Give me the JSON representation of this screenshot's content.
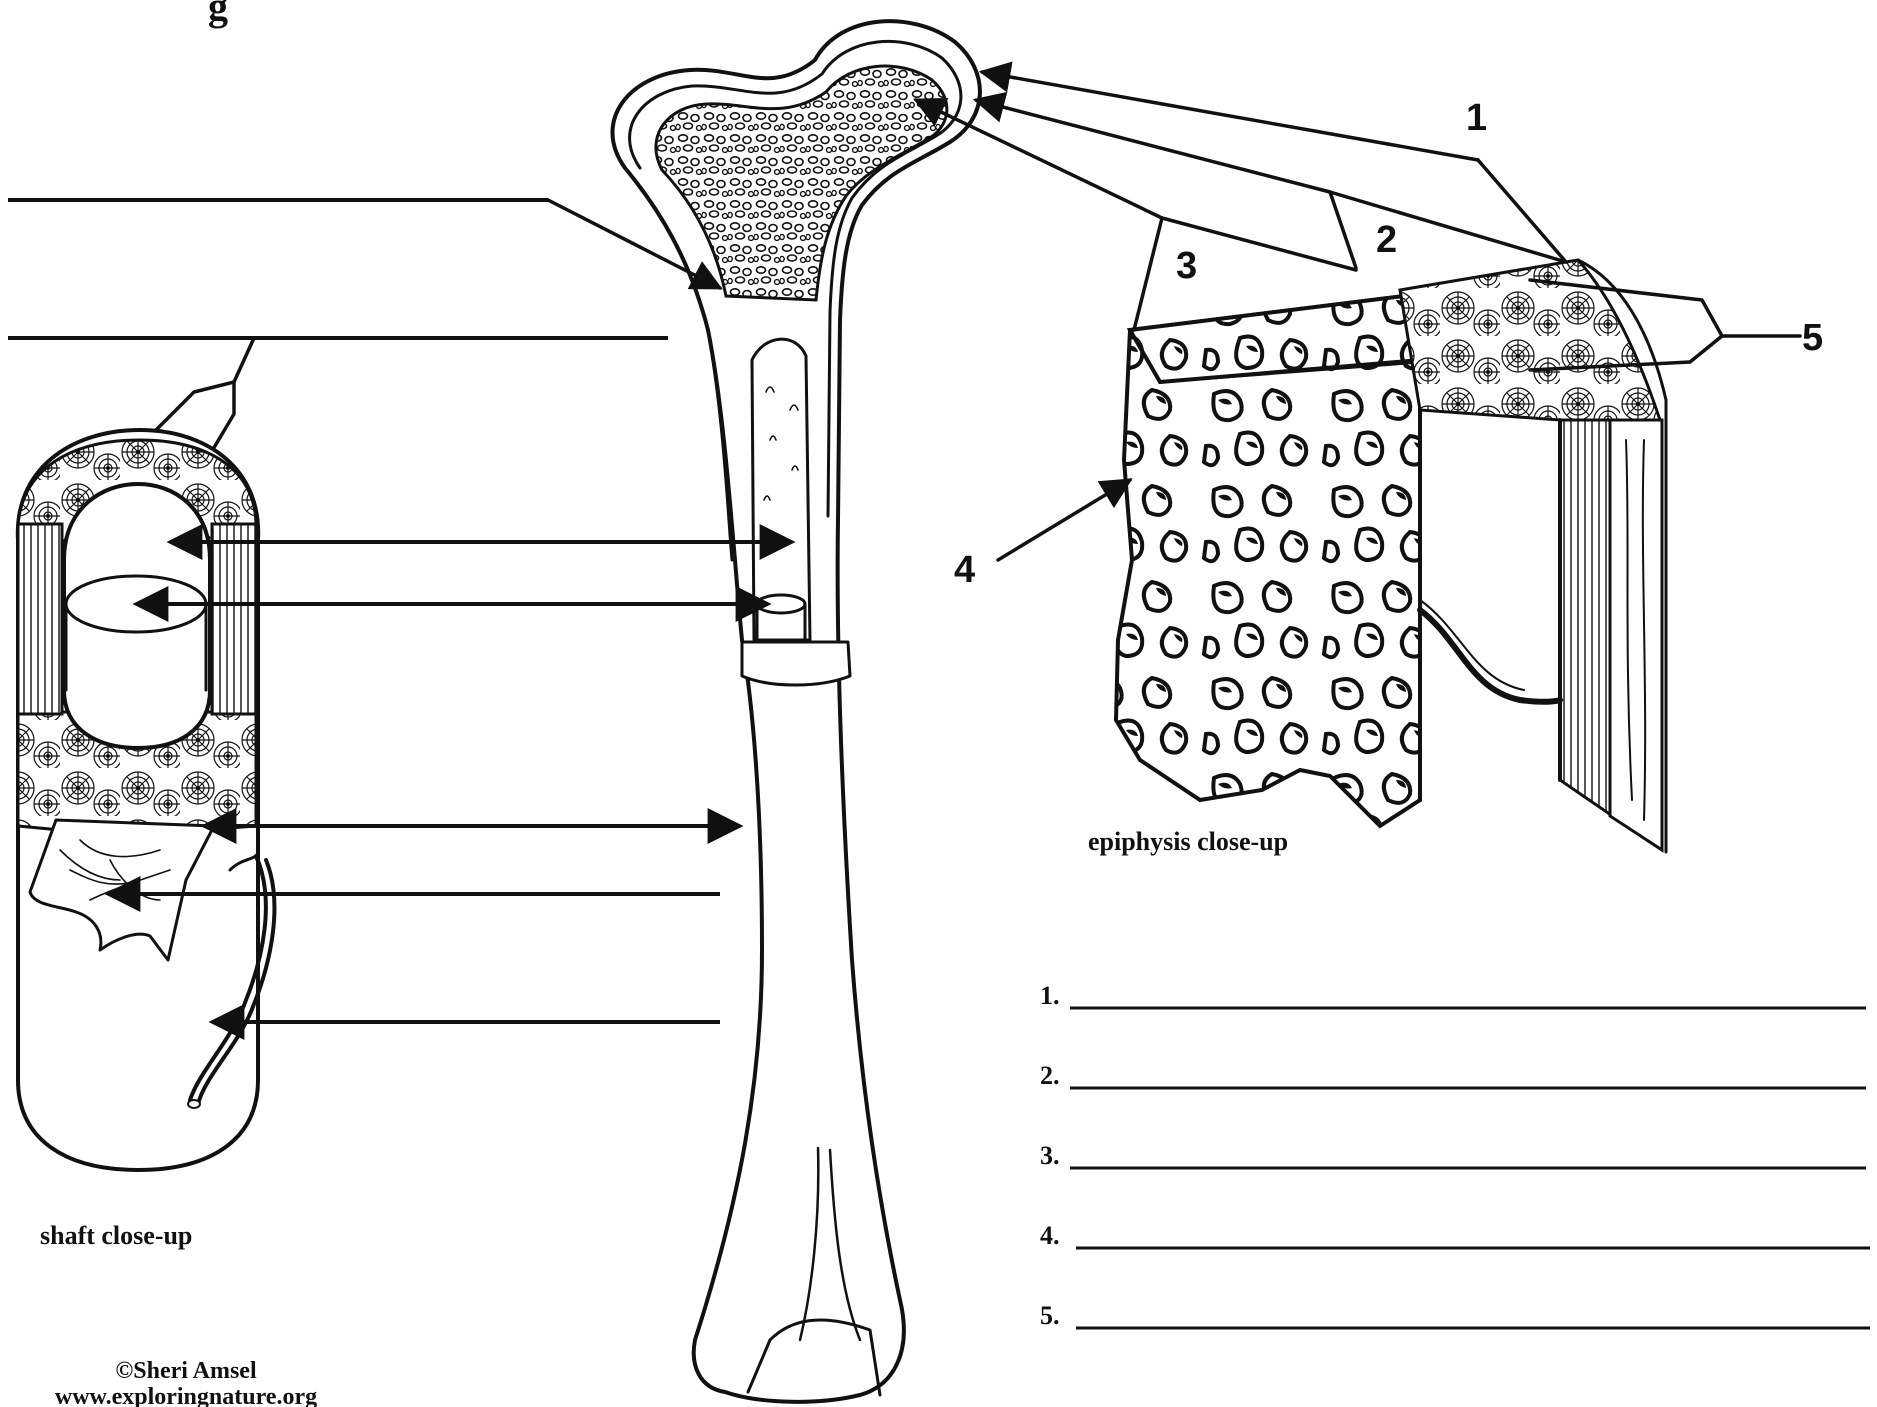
{
  "title_fragment": "g",
  "captions": {
    "epiphysis": "epiphysis close-up",
    "shaft": "shaft close-up"
  },
  "credit": {
    "line1": "©Sheri Amsel",
    "line2": "www.exploringnature.org"
  },
  "callout_numbers": [
    "1",
    "2",
    "3",
    "4",
    "5"
  ],
  "answer_blanks": [
    {
      "number": "1.",
      "line": "________________________________________________"
    },
    {
      "number": "2.",
      "line": "________________________________________________"
    },
    {
      "number": "3.",
      "line": "________________________________________________"
    },
    {
      "number": "4.",
      "line": "________________________________________________"
    },
    {
      "number": "5.",
      "line": "________________________________________________"
    }
  ],
  "colors": {
    "ink": "#111111",
    "paper": "#ffffff"
  }
}
